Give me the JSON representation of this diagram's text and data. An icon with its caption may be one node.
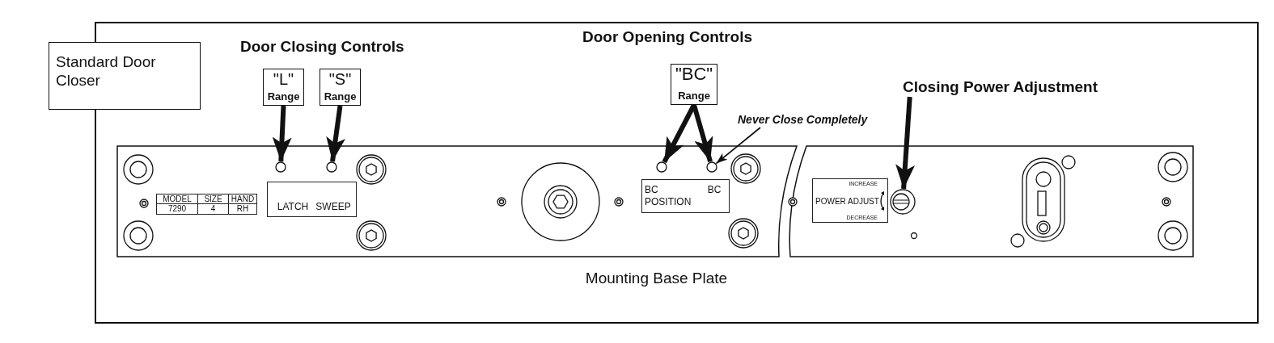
{
  "diagram": {
    "nodes": [
      {
        "text": [
          "Standard Door Closer"
        ]
      },
      {
        "text": [
          "\"L\"",
          "Range"
        ]
      },
      {
        "text": [
          "\"S\"",
          "Range"
        ]
      },
      {
        "text": [
          "\"BC\"",
          "Range"
        ]
      },
      {
        "text": [
          "Never Close Completely"
        ]
      },
      {
        "text": [
          "Closing Power Adjustment"
        ]
      },
      {
        "text": [
          "Mounting Base Plate"
        ]
      },
      {
        "text": [
          "MODEL",
          "SIZE",
          "HAND",
          "7290",
          "4",
          "RH"
        ],
        "in": 6
      },
      {
        "text": [
          "LATCH",
          "SWEEP"
        ],
        "in": 6
      },
      {
        "text": [],
        "shape": "circle",
        "in": 6
      },
      {
        "text": [],
        "shape": "circle",
        "in": 6
      },
      {
        "text": [
          "BC POSITION",
          "BC"
        ],
        "in": 6
      },
      {
        "text": [],
        "shape": "circle",
        "in": 6
      },
      {
        "text": [],
        "shape": "circle",
        "in": 6
      },
      {
        "text": [
          "INCREASE",
          "POWER ADJUST",
          "DECREASE"
        ],
        "in": 6
      },
      {
        "text": [],
        "shape": "circle",
        "in": 6
      }
    ],
    "edges": [
      {
        "from": 1,
        "to": 9,
        "arrow": "to"
      },
      {
        "from": 2,
        "to": 10,
        "arrow": "to"
      },
      {
        "from": 3,
        "to": 12,
        "arrow": "to"
      },
      {
        "from": 3,
        "to": 13,
        "arrow": "to"
      },
      {
        "from": 4,
        "to": 13,
        "arrow": "to"
      },
      {
        "from": 5,
        "to": 15,
        "arrow": "to"
      }
    ],
    "labels": [
      "Door Closing Controls",
      "Door Opening Controls"
    ]
  }
}
